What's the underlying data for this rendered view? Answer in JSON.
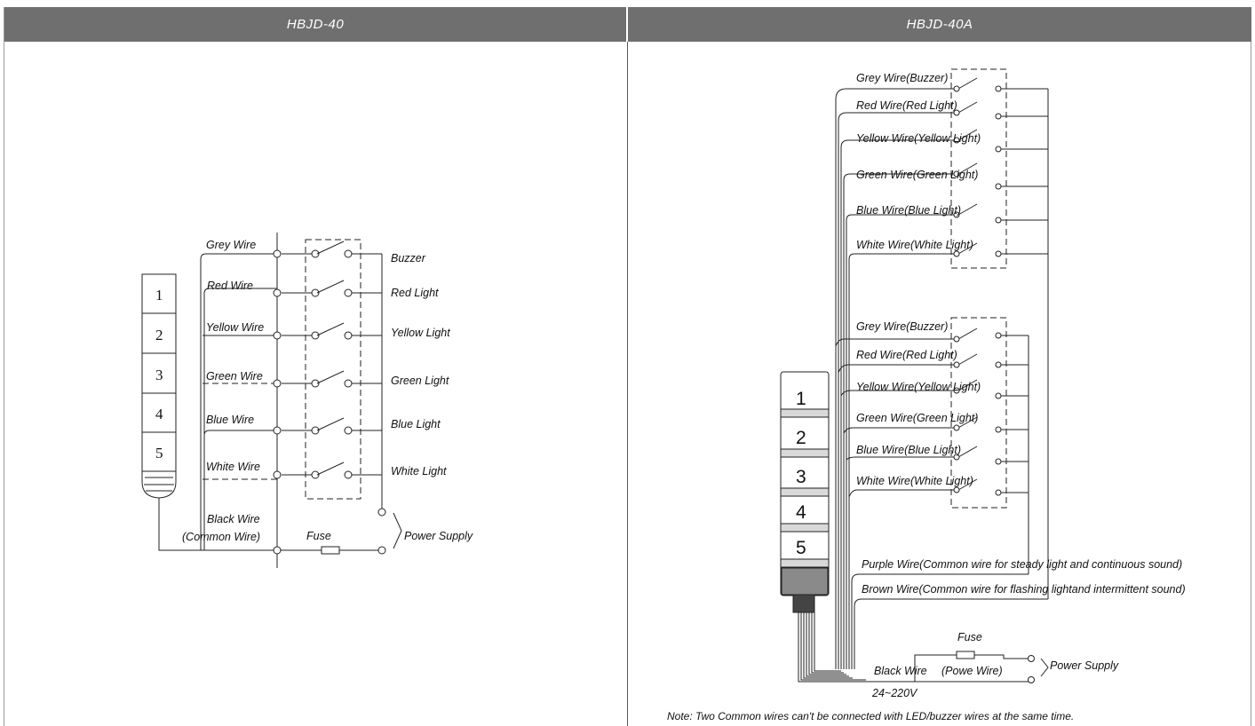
{
  "headers": {
    "left": "HBJD-40",
    "right": "HBJD-40A"
  },
  "left": {
    "tower_numbers": [
      "1",
      "2",
      "3",
      "4",
      "5"
    ],
    "wires": [
      "Grey  Wire",
      "Red  Wire",
      "Yellow  Wire",
      "Green  Wire",
      "Blue  Wire",
      "White  Wire"
    ],
    "outputs": [
      "Buzzer",
      "Red  Light",
      "Yellow  Light",
      "Green  Light",
      "Blue  Light",
      "White  Light"
    ],
    "black_wire": "Black  Wire",
    "common_wire": "(Common Wire)",
    "fuse": "Fuse",
    "power_supply": "Power Supply"
  },
  "right": {
    "tower_numbers": [
      "1",
      "2",
      "3",
      "4",
      "5"
    ],
    "group1": [
      "Grey Wire(Buzzer)",
      "Red Wire(Red Light)",
      "Yellow Wire(Yellow Light)",
      "Green Wire(Green Light)",
      "Blue Wire(Blue Light)",
      "White Wire(White Light)"
    ],
    "group2": [
      "Grey Wire(Buzzer)",
      "Red Wire(Red Light)",
      "Yellow Wire(Yellow Light)",
      "Green Wire(Green Light)",
      "Blue Wire(Blue Light)",
      "White Wire(White Light)"
    ],
    "purple": "Purple Wire(Common wire for steady light and continuous sound)",
    "brown": "Brown Wire(Common wire for flashing lightand intermittent sound)",
    "fuse": "Fuse",
    "black_wire": "Black  Wire",
    "powe_wire": "(Powe Wire)",
    "power_supply": "Power Supply",
    "voltage": "24~220V",
    "note": "Note: Two Common wires can't be connected with LED/buzzer wires at the same time."
  }
}
